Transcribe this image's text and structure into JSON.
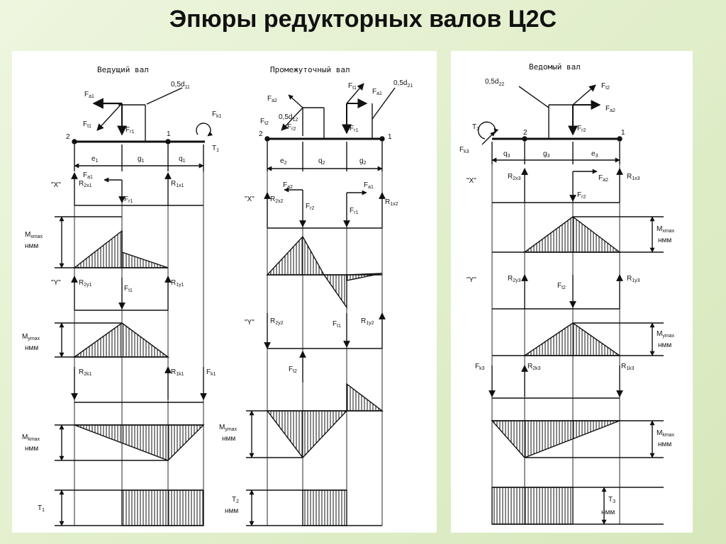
{
  "title": "Эпюры редукторных валов Ц2С",
  "labels": {
    "lead_shaft": "Ведущий вал",
    "inter_shaft": "Промежуточный вал",
    "driven_shaft": "Ведомый вал",
    "d11": "0,5d",
    "d11_sub": "11",
    "d12": "0,5d",
    "d12_sub": "12",
    "d21": "0,5d",
    "d21_sub": "21",
    "d22": "0,5d",
    "d22_sub": "22",
    "x_plane": "\"X\"",
    "y_plane": "\"Y\"",
    "unit": "нмм",
    "p1": "1",
    "p2": "2"
  },
  "colors": {
    "panel_bg": "#ffffff",
    "line": "#111111",
    "slide_bg": "#e4f0cf"
  }
}
